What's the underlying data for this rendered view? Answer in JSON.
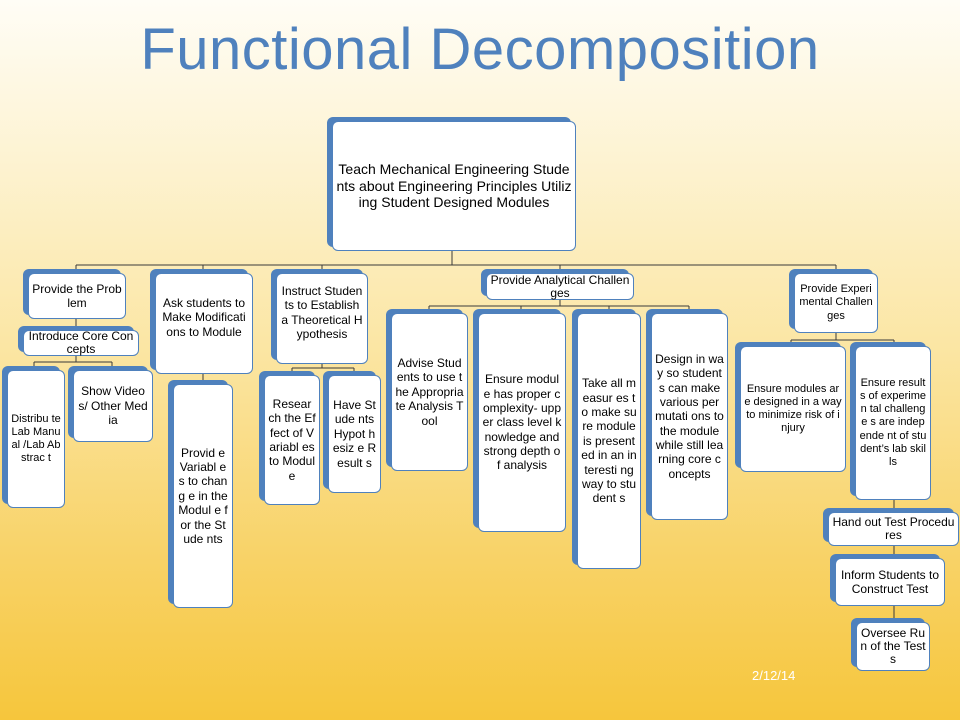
{
  "slide": {
    "title": "Functional Decomposition",
    "date": "2/12/14"
  },
  "root": "Teach Mechanical Engineering Students about Engineering Principles Utilizing Student Designed Modules",
  "branches": {
    "problem": {
      "label": "Provide the Problem",
      "sub": {
        "label": "Introduce Core Concepts",
        "children": [
          "Distribu te Lab Manual /Lab Abstrac t",
          "Show Videos/ Other Media"
        ]
      }
    },
    "modify": {
      "label": "Ask students to Make Modifications to Module",
      "children": [
        "Provid e Variabl es to chang e in the Modul e for the Stude nts"
      ]
    },
    "hypothesis": {
      "label": "Instruct Students to Establish a Theoretical Hypothesis",
      "children": [
        "Resear ch the Effect of Variabl es to Modul e",
        "Have Stude nts Hypot hesiz e Result s"
      ]
    },
    "analytical": {
      "label": "Provide Analytical Challenges",
      "children": [
        "Advise Students to use the Appropria te Analysis Tool",
        "Ensure module has proper complexity- upper class level knowledge and strong depth of analysis",
        "Take all measur es to make sure module is present ed in an interesti ng way to student s",
        "Design in way so students can make various permutati ons to the module while still learning core concepts"
      ]
    },
    "experimental": {
      "label": "Provide Experimental Challenges",
      "children": [
        "Ensure modules are designed in a way to minimize risk of injury",
        "Ensure results of experimen tal challenge s are independe nt of student’s lab skills"
      ],
      "chain": [
        "Hand out Test Procedures",
        "Inform Students to Construct Test",
        "Oversee Run of the Tests"
      ]
    }
  }
}
